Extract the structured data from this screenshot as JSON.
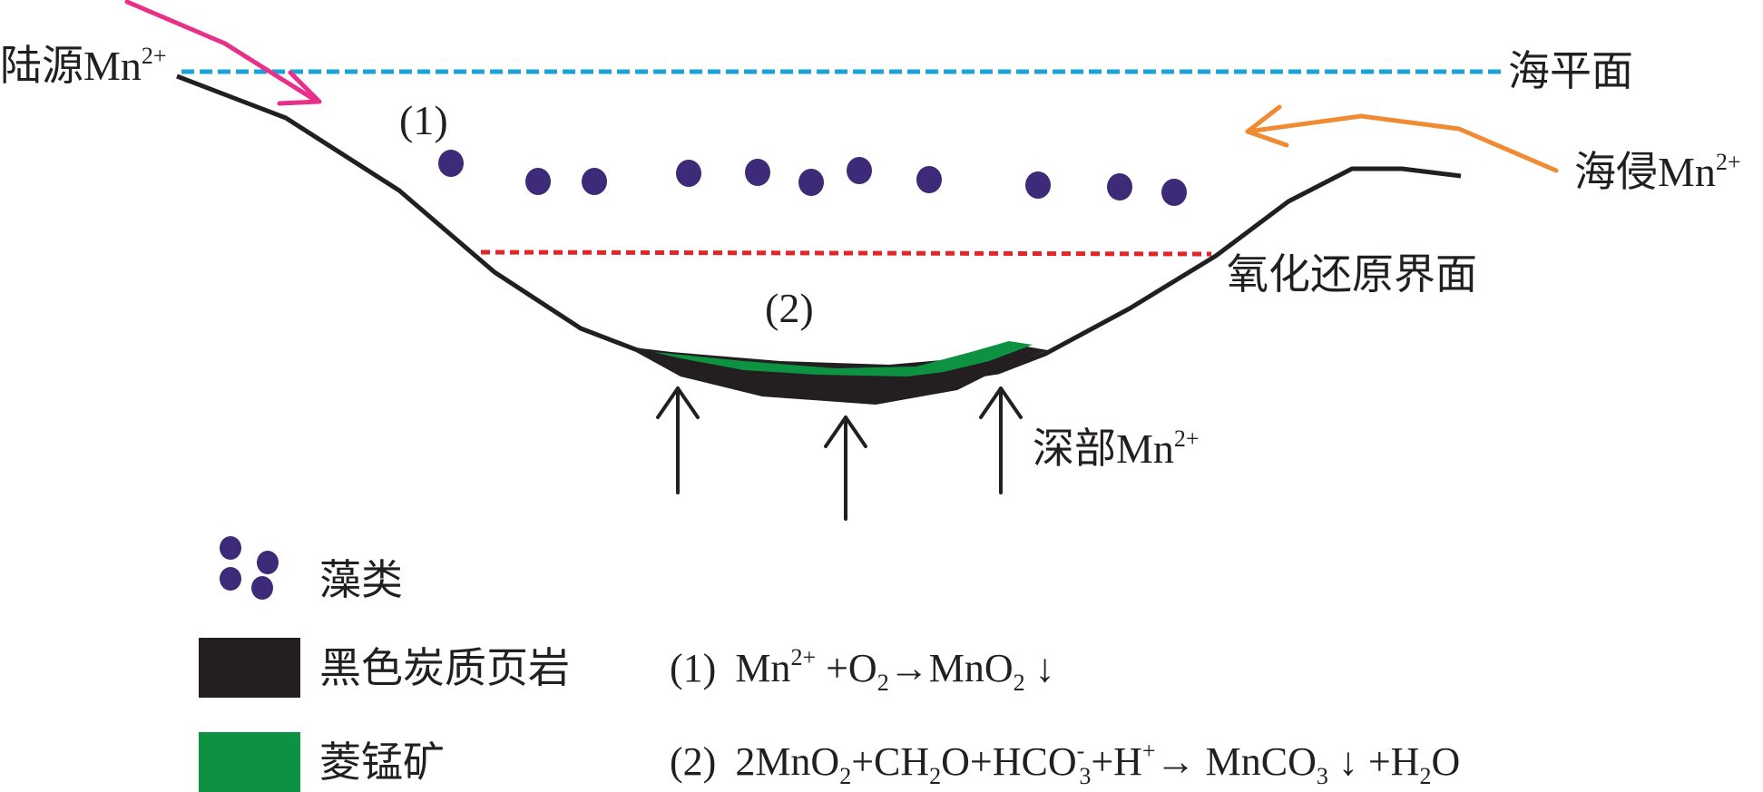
{
  "labels": {
    "terrestrial_mn": "陆源Mn",
    "sea_level": "海平面",
    "transgression_mn": "海侵Mn",
    "redox_interface": "氧化还原界面",
    "deep_mn": "深部Mn",
    "stage1": "(1)",
    "stage2": "(2)",
    "mn2_charge": "2+"
  },
  "legend": {
    "algae": "藻类",
    "black_shale": "黑色炭质页岩",
    "rhodochrosite": "菱锰矿"
  },
  "reactions": {
    "r1_num": "(1)",
    "r1_a": "Mn",
    "r1_a_sup": "2+",
    "r1_b": " +O",
    "r1_b_sub": "2",
    "r1_c": "→MnO",
    "r1_c_sub": "2",
    "r1_d": " ↓",
    "r2_num": "(2)",
    "r2_a": "2MnO",
    "r2_a_sub": "2",
    "r2_b": "+CH",
    "r2_b_sub": "2",
    "r2_c": "O+HCO",
    "r2_c_sup": "-",
    "r2_c_sub": "3",
    "r2_d": "+H",
    "r2_d_sup": "+",
    "r2_e": "→ MnCO",
    "r2_e_sub": "3",
    "r2_f": " ↓ +H",
    "r2_f_sub": "2",
    "r2_g": "O"
  },
  "colors": {
    "algae": "#3d2a78",
    "black_shale": "#231f20",
    "rhodochrosite": "#0d9242",
    "sea_level_line": "#1ba3d8",
    "redox_line": "#e0262a",
    "terrestrial_arrow": "#e8308a",
    "transgression_arrow": "#f08a33"
  }
}
